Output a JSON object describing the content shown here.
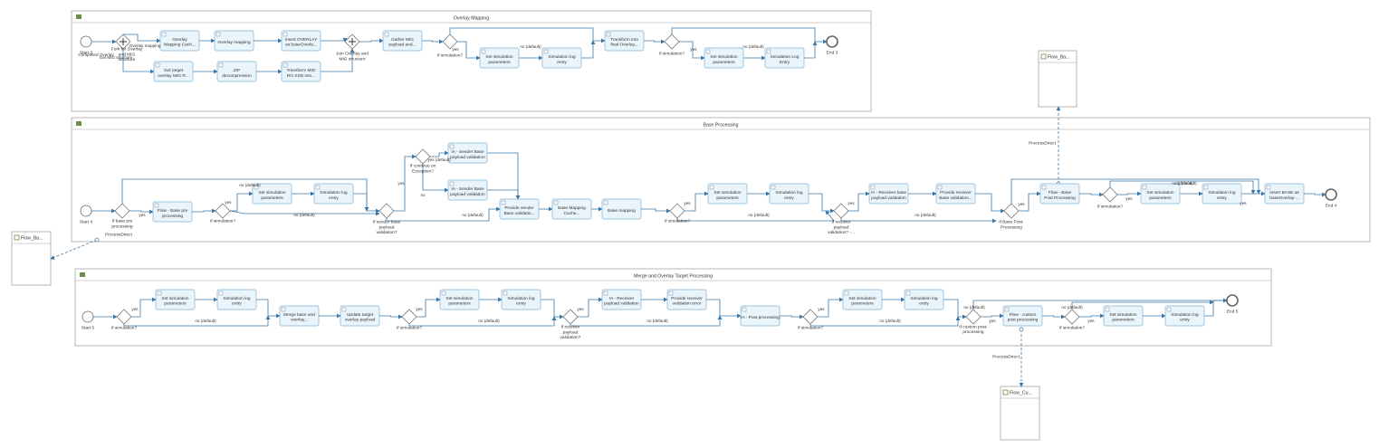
{
  "pools": [
    {
      "id": "overlay",
      "title": "Overlay Mapping"
    },
    {
      "id": "base",
      "title": "Base Processing"
    },
    {
      "id": "merge",
      "title": "Merge and Overlay Target Processing"
    }
  ],
  "external_pools": [
    {
      "id": "ext_base_post",
      "title": "Flow_Ba..."
    },
    {
      "id": "ext_base_pre",
      "title": "Flow_Ba..."
    },
    {
      "id": "ext_custom",
      "title": "Flow_Cu..."
    }
  ],
  "tasks": [
    {
      "id": "o_t1",
      "lines": [
        "Overlay",
        "Mapping Cach..."
      ]
    },
    {
      "id": "o_t2",
      "lines": [
        "Overlay mapping"
      ]
    },
    {
      "id": "o_t3",
      "lines": [
        "Insert OVERLAY",
        "as baseOverla..."
      ]
    },
    {
      "id": "o_t4",
      "lines": [
        "Get target",
        "overlay MIG R..."
      ]
    },
    {
      "id": "o_t5",
      "lines": [
        "ZIP",
        "decompression"
      ]
    },
    {
      "id": "o_t6",
      "lines": [
        "Transform MIG",
        "RO XSD into..."
      ]
    },
    {
      "id": "o_t7",
      "lines": [
        "Gather MIG",
        "payload and..."
      ]
    },
    {
      "id": "o_t8",
      "lines": [
        "Set simulation",
        "parameters"
      ]
    },
    {
      "id": "o_t9",
      "lines": [
        "Simulation log",
        "entry"
      ]
    },
    {
      "id": "o_t10",
      "lines": [
        "Transform into",
        "final Overlay..."
      ]
    },
    {
      "id": "o_t11",
      "lines": [
        "Set simulation",
        "parameters"
      ]
    },
    {
      "id": "o_t12",
      "lines": [
        "Simulation Log",
        "Entry"
      ]
    },
    {
      "id": "b_t1",
      "lines": [
        "Flow - Base pre",
        "processing"
      ]
    },
    {
      "id": "b_t2",
      "lines": [
        "Set simulation",
        "parameters"
      ]
    },
    {
      "id": "b_t3",
      "lines": [
        "Simulation log",
        "entry"
      ]
    },
    {
      "id": "b_t4",
      "lines": [
        "IA - Sender Base",
        "payload validation"
      ]
    },
    {
      "id": "b_t5",
      "lines": [
        "IA - Sender Base",
        "payload validation"
      ]
    },
    {
      "id": "b_t6",
      "lines": [
        "Provide sender",
        "Base validatio..."
      ]
    },
    {
      "id": "b_t7",
      "lines": [
        "Base Mapping",
        "Cache..."
      ]
    },
    {
      "id": "b_t8",
      "lines": [
        "Base mapping"
      ]
    },
    {
      "id": "b_t9",
      "lines": [
        "Set simulation",
        "parameters"
      ]
    },
    {
      "id": "b_t10",
      "lines": [
        "Simulation log",
        "entry"
      ]
    },
    {
      "id": "b_t11",
      "lines": [
        "IA - Receiver base",
        "payload validation"
      ]
    },
    {
      "id": "b_t12",
      "lines": [
        "Provide receiver",
        "Base validation..."
      ]
    },
    {
      "id": "b_t13",
      "lines": [
        "Flow - Base",
        "Post Processing"
      ]
    },
    {
      "id": "b_t14",
      "lines": [
        "Set simulation",
        "parameters"
      ]
    },
    {
      "id": "b_t15",
      "lines": [
        "Simulation log",
        "entry"
      ]
    },
    {
      "id": "b_t16",
      "lines": [
        "Insert BASE as",
        "baseOverlay-..."
      ]
    },
    {
      "id": "m_t1",
      "lines": [
        "Set simulation",
        "parameters"
      ]
    },
    {
      "id": "m_t2",
      "lines": [
        "Simulation log",
        "entry"
      ]
    },
    {
      "id": "m_t3",
      "lines": [
        "Merge base and",
        "overlay..."
      ]
    },
    {
      "id": "m_t4",
      "lines": [
        "Update target",
        "overlay payload"
      ]
    },
    {
      "id": "m_t5",
      "lines": [
        "Set simulation",
        "parameters"
      ]
    },
    {
      "id": "m_t6",
      "lines": [
        "Simulation log",
        "entry"
      ]
    },
    {
      "id": "m_t7",
      "lines": [
        "IA - Receiver",
        "payload validation"
      ]
    },
    {
      "id": "m_t8",
      "lines": [
        "Provide receiver",
        "validation error"
      ]
    },
    {
      "id": "m_t9",
      "lines": [
        "IA - Post processing"
      ]
    },
    {
      "id": "m_t10",
      "lines": [
        "Set simulation",
        "parameters"
      ]
    },
    {
      "id": "m_t11",
      "lines": [
        "Simulation log",
        "entry"
      ]
    },
    {
      "id": "m_t12",
      "lines": [
        "Flow - custom",
        "post processing"
      ]
    },
    {
      "id": "m_t13",
      "lines": [
        "Set simulation",
        "parameters"
      ]
    },
    {
      "id": "m_t14",
      "lines": [
        "Simulation log",
        "entry"
      ]
    }
  ],
  "gateways": [
    {
      "id": "o_g1",
      "lines": [
        "Fork for Overlay",
        "and MIG",
        "structure"
      ]
    },
    {
      "id": "o_g2",
      "lines": [
        "Join Overlay and",
        "MIG structure"
      ]
    },
    {
      "id": "o_g3",
      "lines": [
        "If simulation?"
      ]
    },
    {
      "id": "o_g4",
      "lines": [
        "If simulation?"
      ]
    },
    {
      "id": "b_g1",
      "lines": [
        "If base pre",
        "processing"
      ]
    },
    {
      "id": "b_g2",
      "lines": [
        "If simulation?"
      ]
    },
    {
      "id": "b_g3",
      "lines": [
        "If sender base",
        "payload",
        "validation?"
      ]
    },
    {
      "id": "b_g4",
      "lines": [
        "If continue on",
        "Exception?"
      ]
    },
    {
      "id": "b_g5",
      "lines": [
        "If simulation?"
      ]
    },
    {
      "id": "b_g6",
      "lines": [
        "If receiver",
        "payload",
        "validation? -..."
      ]
    },
    {
      "id": "b_g7",
      "lines": [
        "If Base Post-",
        "Processing"
      ]
    },
    {
      "id": "b_g8",
      "lines": [
        "If simulation?"
      ]
    },
    {
      "id": "m_g1",
      "lines": [
        "If simulation?"
      ]
    },
    {
      "id": "m_g2",
      "lines": [
        "If simulation?"
      ]
    },
    {
      "id": "m_g3",
      "lines": [
        "If receiver",
        "payload",
        "validation?"
      ]
    },
    {
      "id": "m_g4",
      "lines": [
        "If simulation?"
      ]
    },
    {
      "id": "m_g5",
      "lines": [
        "If custom post-",
        "processing"
      ]
    },
    {
      "id": "m_g6",
      "lines": [
        "If simulation?"
      ]
    }
  ],
  "events": [
    {
      "id": "o_start",
      "label": "Start 3",
      "kind": "start"
    },
    {
      "id": "o_end",
      "label": "End 3",
      "kind": "end"
    },
    {
      "id": "b_start",
      "label": "Start 4",
      "kind": "start"
    },
    {
      "id": "b_end",
      "label": "End 4",
      "kind": "end"
    },
    {
      "id": "m_start",
      "label": "Start 5",
      "kind": "start"
    },
    {
      "id": "m_end",
      "label": "End 5",
      "kind": "end"
    }
  ],
  "edge_labels": [
    {
      "id": "el_o1",
      "text": "Completed Overlay"
    },
    {
      "id": "el_o2",
      "text": "Overlay mapping"
    },
    {
      "id": "el_o3",
      "text": "Get MIG structure"
    },
    {
      "id": "el_o4",
      "text": "yes"
    },
    {
      "id": "el_o5",
      "text": "no (default)"
    },
    {
      "id": "el_o6",
      "text": "yes"
    },
    {
      "id": "el_o7",
      "text": "no (default)"
    },
    {
      "id": "el_b1",
      "text": "yes"
    },
    {
      "id": "el_b2",
      "text": "no (default)"
    },
    {
      "id": "el_b3",
      "text": "yes"
    },
    {
      "id": "el_b4",
      "text": "no (default)"
    },
    {
      "id": "el_b5",
      "text": "no (default)"
    },
    {
      "id": "el_b6",
      "text": "yes"
    },
    {
      "id": "el_b7",
      "text": "yes (default)"
    },
    {
      "id": "el_b8",
      "text": "no"
    },
    {
      "id": "el_b9",
      "text": "no (default)"
    },
    {
      "id": "el_b10",
      "text": "yes"
    },
    {
      "id": "el_b11",
      "text": "no (default)"
    },
    {
      "id": "el_b12",
      "text": "yes"
    },
    {
      "id": "el_b13",
      "text": "no (default)"
    },
    {
      "id": "el_b14",
      "text": "yes"
    },
    {
      "id": "el_b15",
      "text": "yes"
    },
    {
      "id": "el_b16",
      "text": "no (default)"
    },
    {
      "id": "el_b17",
      "text": "yes"
    },
    {
      "id": "el_m1",
      "text": "yes"
    },
    {
      "id": "el_m2",
      "text": "no (default)"
    },
    {
      "id": "el_m3",
      "text": "yes"
    },
    {
      "id": "el_m4",
      "text": "no (default)"
    },
    {
      "id": "el_m5",
      "text": "yes"
    },
    {
      "id": "el_m6",
      "text": "no (default)"
    },
    {
      "id": "el_m7",
      "text": "yes"
    },
    {
      "id": "el_m8",
      "text": "no (default)"
    },
    {
      "id": "el_m9",
      "text": "no (default)"
    },
    {
      "id": "el_m10",
      "text": "yes"
    },
    {
      "id": "el_m11",
      "text": "no (default)"
    },
    {
      "id": "el_m12",
      "text": "yes"
    }
  ],
  "message_labels": [
    {
      "id": "ml1",
      "text": "ProcessDirect"
    },
    {
      "id": "ml2",
      "text": "ProcessDirect"
    },
    {
      "id": "ml3",
      "text": "ProcessDirect"
    }
  ],
  "colors": {
    "task_fill": "#eaf4fb",
    "task_stroke": "#7fb1d6",
    "line": "#3a78a8",
    "pool_border": "#a6a6a6",
    "text": "#333333"
  }
}
